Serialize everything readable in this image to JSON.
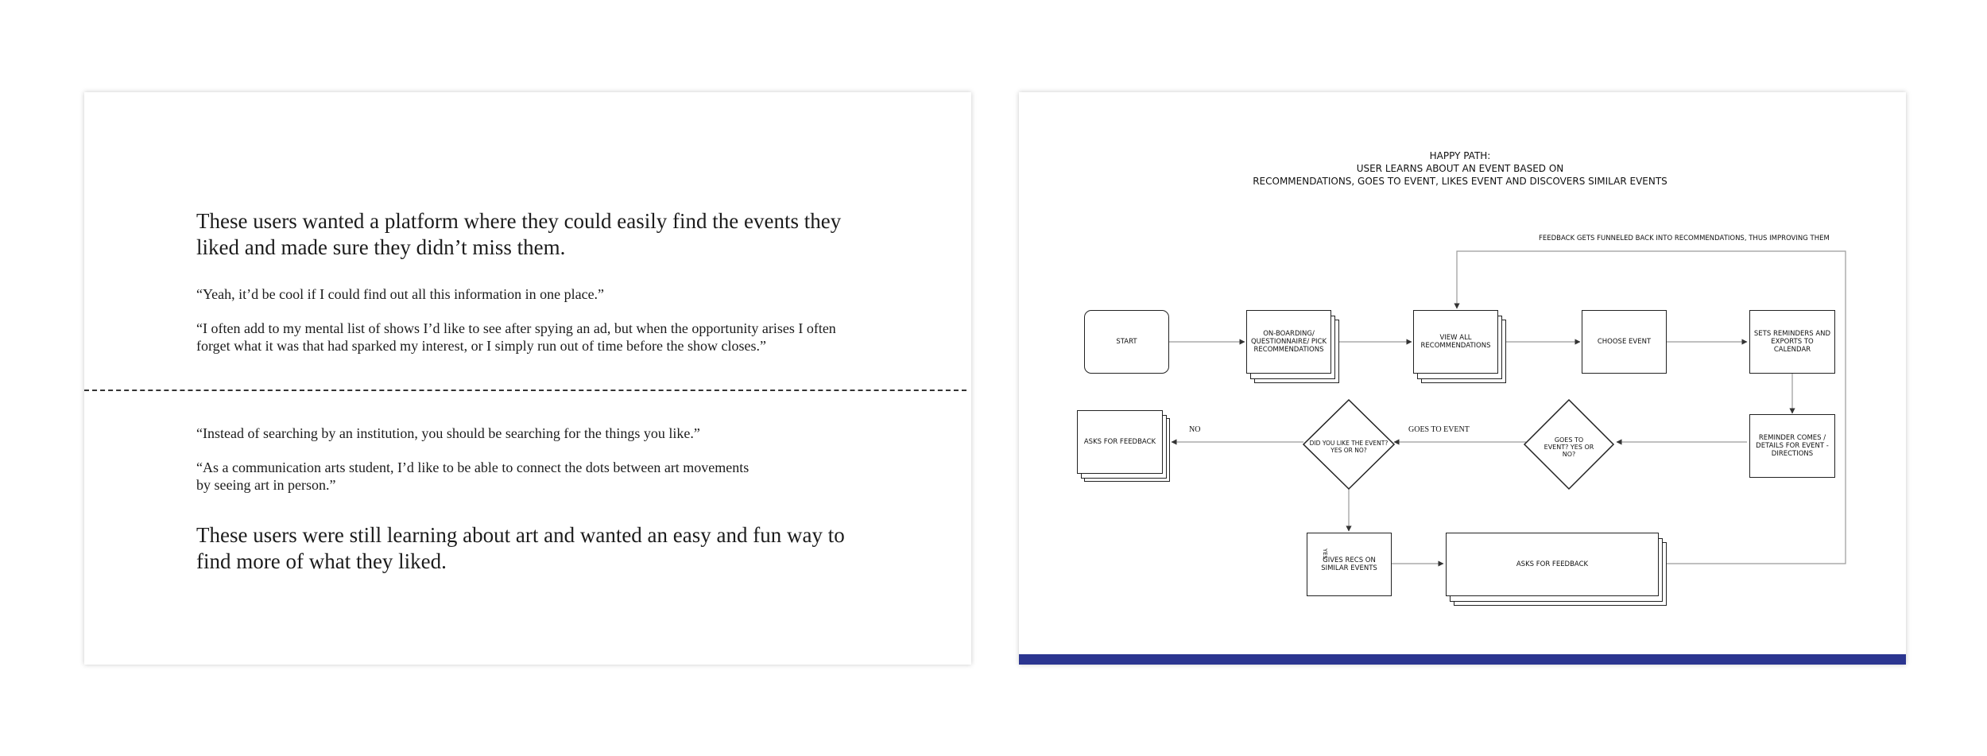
{
  "left_slide": {
    "headline_top": "These users wanted a platform where they could easily find the events they liked and made sure they didn’t miss them.",
    "quote_1": "“Yeah, it’d be cool if I could find out all this information in one place.”",
    "quote_2": "“I often add to my mental list of shows I’d like to see after spying an ad, but when the opportunity arises I often forget what it was that had sparked my interest, or I simply run out of time before the show closes.”",
    "quote_3": "“Instead of searching by an institution, you should be searching for the things you like.”",
    "quote_4_line1": "“As a communication arts student, I’d like to be able to connect the dots between art movements",
    "quote_4_line2": "by seeing art in person.”",
    "headline_bottom": "These users were still learning about art and wanted an easy and fun way to find more of what they liked."
  },
  "right_slide": {
    "title_line1": "HAPPY PATH:",
    "title_line2": "USER LEARNS ABOUT AN EVENT BASED ON",
    "title_line3": "RECOMMENDATIONS, GOES TO EVENT, LIKES EVENT AND DISCOVERS SIMILAR EVENTS",
    "feedback_note": "FEEDBACK GETS FUNNELED BACK INTO RECOMMENDATIONS, THUS IMPROVING THEM",
    "nodes": {
      "start": "START",
      "onboarding": "ON-BOARDING/ QUESTIONNAIRE/ PICK RECOMMENDATIONS",
      "view_all": "VIEW ALL RECOMMENDATIONS",
      "choose_event": "CHOOSE EVENT",
      "sets_reminders": "SETS REMINDERS AND EXPORTS TO CALENDAR",
      "reminder_comes": "REMINDER COMES / DETAILS FOR EVENT - DIRECTIONS",
      "goes_to_event": "GOES TO EVENT? YES OR NO?",
      "did_you_like": "DID YOU LIKE THE EVENT? YES OR NO?",
      "asks_feedback_left": "ASKS FOR FEEDBACK",
      "gives_recs": "GIVES RECS ON SIMILAR EVENTS",
      "asks_feedback_bottom": "ASKS FOR FEEDBACK"
    },
    "edge_labels": {
      "no": "NO",
      "goes_to_event": "GOES TO EVENT",
      "yes": "YES"
    },
    "accent_color": "#2b3590"
  }
}
